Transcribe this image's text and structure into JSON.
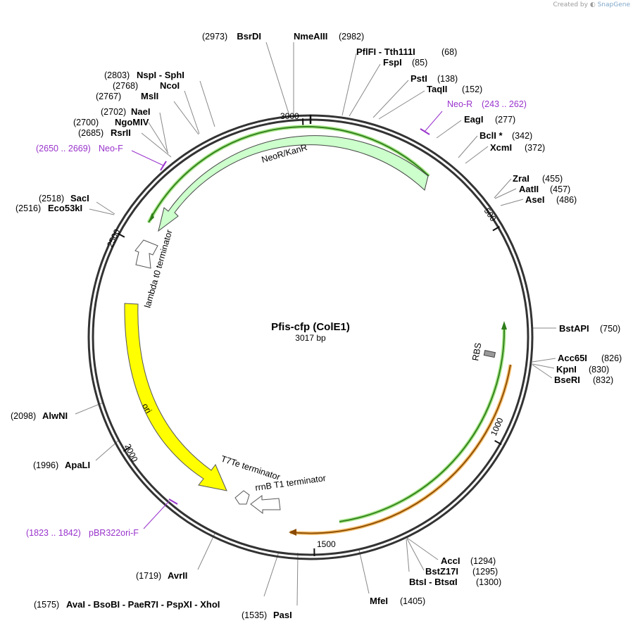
{
  "credit": {
    "prefix": "Created by",
    "brand": "SnapGene"
  },
  "plasmid": {
    "name": "Pfis-cfp  (ColE1)",
    "size_label": "3017 bp",
    "length": 3017
  },
  "ticks": [
    "500",
    "1000",
    "1500",
    "2000",
    "2500",
    "3000"
  ],
  "features": {
    "neor": "NeoR/KanR",
    "ori": "ori",
    "lambda": "lambda t0 terminator",
    "t7te": "T7Te terminator",
    "rrnb": "rrnB T1 terminator",
    "rbs": "RBS"
  },
  "primers": {
    "neo_r": {
      "name": "Neo-R",
      "range": "(243 .. 262)"
    },
    "neo_f": {
      "name": "Neo-F",
      "range": "(2650 .. 2669)"
    },
    "pbr": {
      "name": "pBR322ori-F",
      "range": "(1823 .. 1842)"
    }
  },
  "sites": [
    {
      "name": "NmeAIII",
      "pos": "(2982)"
    },
    {
      "name": "BsrDI",
      "pos": "(2973)"
    },
    {
      "name": "PflFI  - Tth111I",
      "pos": "(68)"
    },
    {
      "name": "FspI",
      "pos": "(85)"
    },
    {
      "name": "PstI",
      "pos": "(138)"
    },
    {
      "name": "TaqII",
      "pos": "(152)"
    },
    {
      "name": "EagI",
      "pos": "(277)"
    },
    {
      "name": "BclI *",
      "pos": "(342)"
    },
    {
      "name": "XcmI",
      "pos": "(372)"
    },
    {
      "name": "ZraI",
      "pos": "(455)"
    },
    {
      "name": "AatII",
      "pos": "(457)"
    },
    {
      "name": "AseI",
      "pos": "(486)"
    },
    {
      "name": "BstAPI",
      "pos": "(750)"
    },
    {
      "name": "Acc65I",
      "pos": "(826)"
    },
    {
      "name": "KpnI",
      "pos": "(830)"
    },
    {
      "name": "BseRI",
      "pos": "(832)"
    },
    {
      "name": "AccI",
      "pos": "(1294)"
    },
    {
      "name": "BstZ17I",
      "pos": "(1295)"
    },
    {
      "name": "BtsI  - BtsαI",
      "pos": "(1300)"
    },
    {
      "name": "MfeI",
      "pos": "(1405)"
    },
    {
      "name": "PasI",
      "pos": "(1535)"
    },
    {
      "name": "AvaI  - BsoBI  - PaeR7I  - PspXI  - XhoI",
      "pos": "(1575)"
    },
    {
      "name": "AvrII",
      "pos": "(1719)"
    },
    {
      "name": "ApaLI",
      "pos": "(1996)"
    },
    {
      "name": "AlwNI",
      "pos": "(2098)"
    },
    {
      "name": "Eco53kI",
      "pos": "(2516)"
    },
    {
      "name": "SacI",
      "pos": "(2518)"
    },
    {
      "name": "RsrII",
      "pos": "(2685)"
    },
    {
      "name": "NgoMIV",
      "pos": "(2700)"
    },
    {
      "name": "NaeI",
      "pos": "(2702)"
    },
    {
      "name": "MslI",
      "pos": "(2767)"
    },
    {
      "name": "NcoI",
      "pos": "(2768)"
    },
    {
      "name": "NspI  - SphI",
      "pos": "(2803)"
    }
  ],
  "colors": {
    "backbone": "#333333",
    "neor_fill": "#ccffcc",
    "ori_fill": "#ffff00",
    "primer": "#9933cc",
    "rbs_fill": "#999999",
    "green_line": "#2e7d1a",
    "green_glow": "#a8e68a",
    "orange_line": "#8a4a00",
    "orange_glow": "#f5c070"
  }
}
